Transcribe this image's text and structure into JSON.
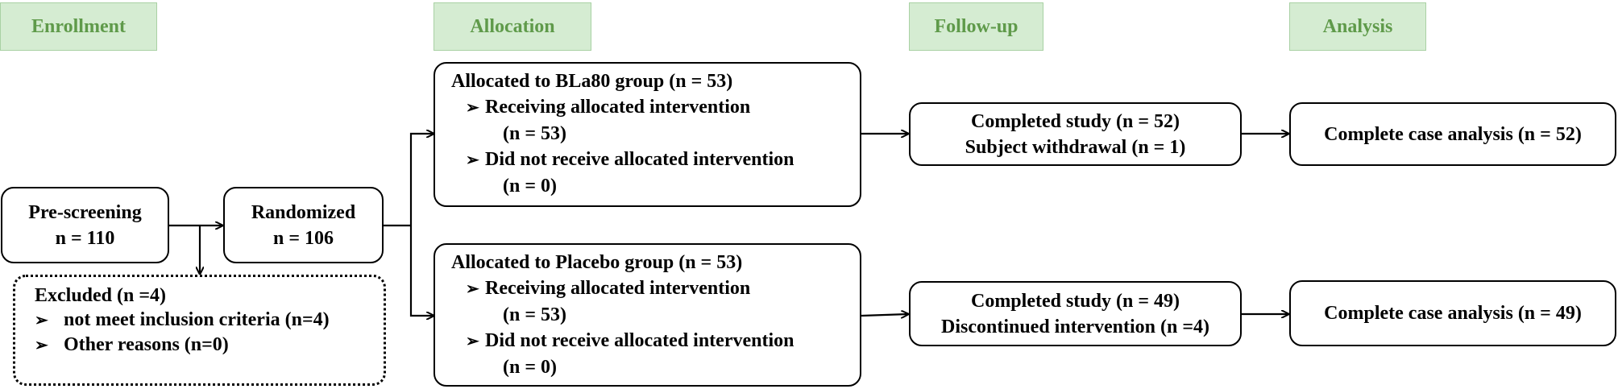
{
  "headers": {
    "enrollment": "Enrollment",
    "allocation": "Allocation",
    "followup": "Follow-up",
    "analysis": "Analysis"
  },
  "prescreening": {
    "line1": "Pre-screening",
    "line2": "n = 110"
  },
  "randomized": {
    "line1": "Randomized",
    "line2": "n = 106"
  },
  "excluded": {
    "title": "Excluded (n =4)",
    "items": [
      "not meet inclusion criteria (n=4)",
      "Other reasons (n=0)"
    ]
  },
  "bla80": {
    "title": "Allocated to BLa80 group (n = 53)",
    "item1": "Receiving allocated intervention",
    "item1_n": "(n = 53)",
    "item2": "Did not receive allocated intervention",
    "item2_n": "(n = 0)"
  },
  "placebo": {
    "title": "Allocated to Placebo group (n = 53)",
    "item1": "Receiving allocated intervention",
    "item1_n": "(n = 53)",
    "item2": "Did not receive allocated intervention",
    "item2_n": "(n = 0)"
  },
  "followup_bla80": {
    "line1": "Completed study (n = 52)",
    "line2": "Subject withdrawal (n = 1)"
  },
  "followup_placebo": {
    "line1": "Completed study (n = 49)",
    "line2": "Discontinued intervention (n =4)"
  },
  "analysis_bla80": {
    "line1": "Complete case analysis (n = 52)"
  },
  "analysis_placebo": {
    "line1": "Complete case analysis (n = 49)"
  },
  "bullet_glyph": "➢",
  "colors": {
    "header_fill": "#d5ecd2",
    "header_text": "#5f9a4a",
    "header_border": "#a9d1a4"
  }
}
